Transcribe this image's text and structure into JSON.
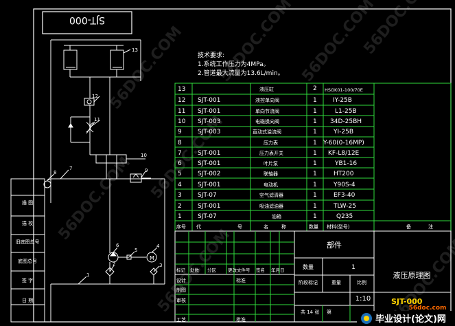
{
  "drawing": {
    "title_box_text": "SJT-000",
    "tech_title": "技术要求:",
    "tech_lines": [
      "1.系统工作压力为4MPa。",
      "2.管道最大流量为13.6L/min。"
    ],
    "component_labels": [
      "13",
      "12",
      "11",
      "10",
      "9",
      "8",
      "7",
      "6",
      "5",
      "4",
      "3",
      "2",
      "1"
    ]
  },
  "parts_list": {
    "header": [
      "序号",
      "代",
      "号",
      "名",
      "称",
      "数量",
      "材料(型号)",
      "备",
      "注"
    ],
    "rows": [
      {
        "no": "13",
        "code": "",
        "name": "液压缸",
        "qty": "2",
        "material": "HSGK01-100/70E"
      },
      {
        "no": "12",
        "code": "SJT-001",
        "name": "液控单向阀",
        "qty": "1",
        "material": "IY-25B"
      },
      {
        "no": "11",
        "code": "SJT-001",
        "name": "单向节流阀",
        "qty": "1",
        "material": "L1-25B"
      },
      {
        "no": "10",
        "code": "SJT-003",
        "name": "电磁换向阀",
        "qty": "1",
        "material": "34D-25BH"
      },
      {
        "no": "9",
        "code": "SJT-003",
        "name": "直动式溢流阀",
        "qty": "1",
        "material": "YI-25B"
      },
      {
        "no": "8",
        "code": "",
        "name": "压力表",
        "qty": "1",
        "material": "Y-60(0-16MP)"
      },
      {
        "no": "7",
        "code": "SJT-001",
        "name": "压力表开关",
        "qty": "1",
        "material": "KF-L8/12E"
      },
      {
        "no": "6",
        "code": "SJT-001",
        "name": "叶片泵",
        "qty": "1",
        "material": "YB1-16"
      },
      {
        "no": "5",
        "code": "SJT-002",
        "name": "联轴器",
        "qty": "1",
        "material": "HT200"
      },
      {
        "no": "4",
        "code": "SJT-001",
        "name": "电动机",
        "qty": "1",
        "material": "Y90S-4"
      },
      {
        "no": "3",
        "code": "SJT-07",
        "name": "空气滤清器",
        "qty": "1",
        "material": "EF3-40"
      },
      {
        "no": "2",
        "code": "SJT-001",
        "name": "吸油滤油器",
        "qty": "1",
        "material": "TLW-25"
      },
      {
        "no": "1",
        "code": "SJT-07",
        "name": "油箱",
        "qty": "1",
        "material": "Q235"
      }
    ]
  },
  "title_block": {
    "part_label": "部件",
    "qty_label": "数量",
    "qty_value": "1",
    "drawing_name": "液压原理图",
    "stage_label": "阶段标记",
    "weight_label": "重量",
    "scale_label": "比例",
    "scale_value": "1:10",
    "sheet_text": "共 14 张",
    "sheet_suffix": "第",
    "drawing_no": "SJT-000",
    "row_labels": [
      "标记",
      "处数",
      "分区",
      "更改文件号",
      "签名",
      "年月日"
    ],
    "left_labels": [
      "设计",
      "制图",
      "审核",
      "工艺"
    ],
    "mid_labels": [
      "标准",
      "批准"
    ]
  },
  "side_bar": {
    "labels": [
      "描 图",
      "描 校",
      "旧底图总号",
      "底图总号",
      "签 字",
      "日 期"
    ]
  },
  "watermarks": [
    "56DOC.COM",
    "56DOC.COM",
    "56DOC.COM",
    "56DOC.COM",
    "56DOC.COM",
    "56DOC.COM",
    "56DOC.COM",
    "56DOC.COM"
  ],
  "footer": {
    "site_text": "56doc.com",
    "brand_text": "毕业设计(论文)网"
  }
}
